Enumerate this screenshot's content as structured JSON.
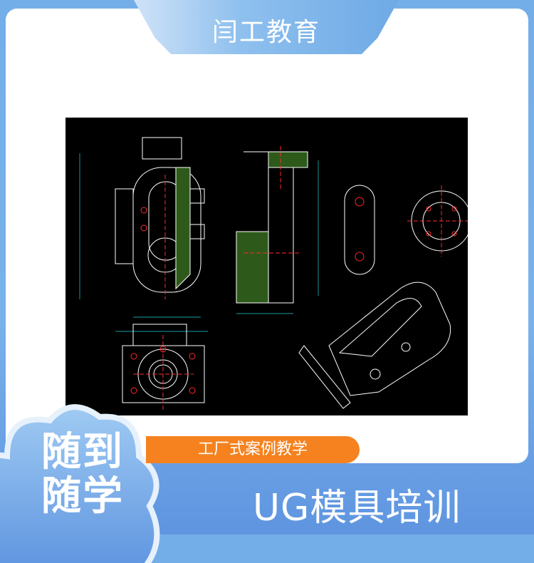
{
  "brand": {
    "title": "闫工教育"
  },
  "slogan": {
    "line1": "随到",
    "line2": "随学"
  },
  "tagline": "工厂式案例教学",
  "course_title": "UG模具培训",
  "colors": {
    "accent_blue": "#74aee8",
    "orange": "#f5821f",
    "cad_background": "#000000",
    "hatch_green": "#4a8a2a",
    "centerline_red": "#ff2a2a",
    "dimension_cyan": "#22d3d3"
  }
}
